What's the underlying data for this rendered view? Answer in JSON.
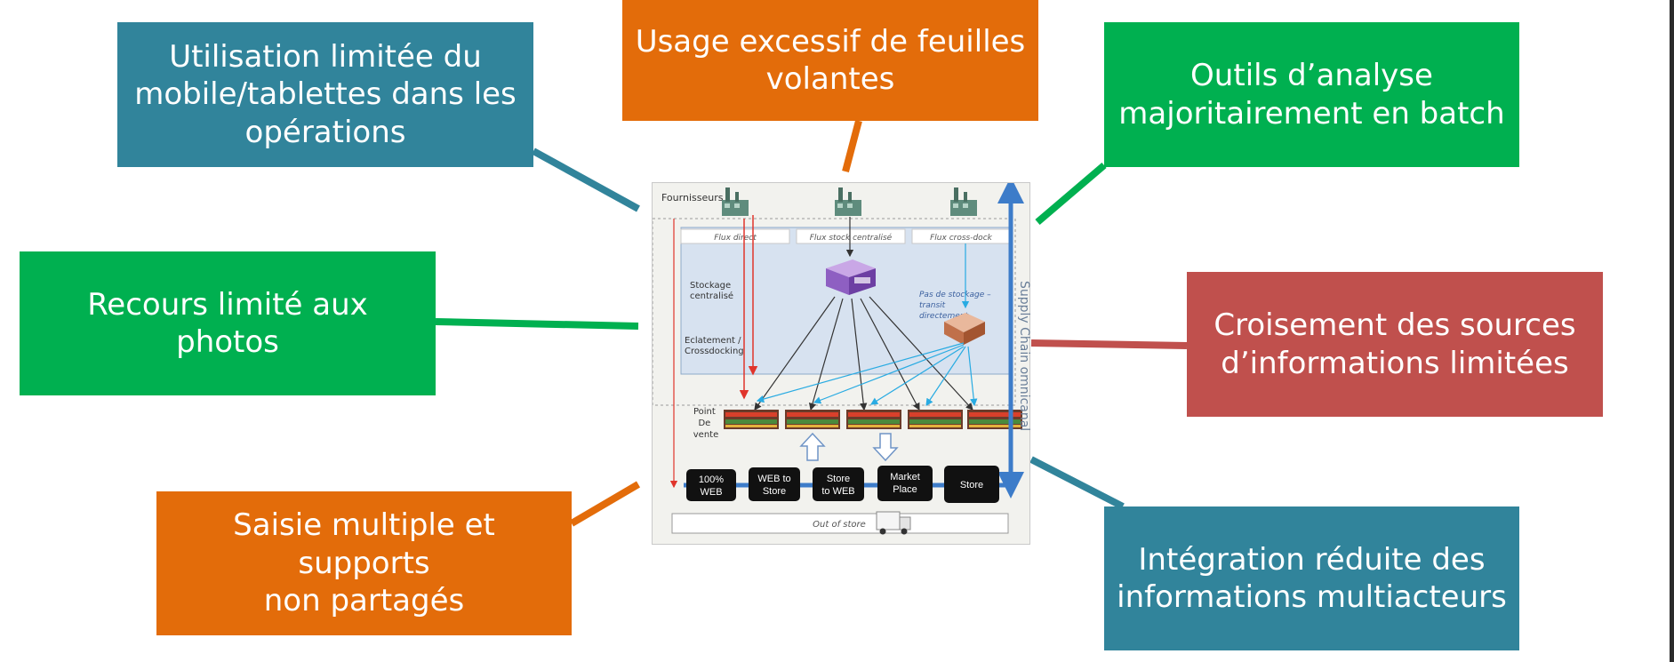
{
  "callouts": {
    "mobile": "Utilisation limitée du\nmobile/tablettes dans les\nopérations",
    "feuilles": "Usage excessif de feuilles\nvolantes",
    "batch": "Outils d’analyse\nmajoritairement en batch",
    "photos": "Recours limité aux photos",
    "croisement": "Croisement des sources\nd’informations limitées",
    "saisie": "Saisie multiple et supports\nnon partagés",
    "integration": "Intégration réduite des\ninformations multiacteurs"
  },
  "diagram": {
    "fournisseurs": "Fournisseurs",
    "flux_direct": "Flux direct",
    "flux_stock": "Flux stock centralisé",
    "flux_cross": "Flux cross-dock",
    "stockage_1": "Stockage",
    "stockage_2": "centralisé",
    "eclatement_1": "Eclatement /",
    "eclatement_2": "Crossdocking",
    "pas_stockage_1": "Pas de stockage –",
    "pas_stockage_2": "transit",
    "pas_stockage_3": "directement",
    "point_1": "Point",
    "point_2": "De",
    "point_3": "vente",
    "vertical_label": "Supply Chain omnicanal",
    "channels": [
      {
        "line1": "100%",
        "line2": "WEB"
      },
      {
        "line1": "WEB to",
        "line2": "Store"
      },
      {
        "line1": "Store",
        "line2": "to WEB"
      },
      {
        "line1": "Market",
        "line2": "Place"
      },
      {
        "line1": "Store",
        "line2": ""
      }
    ],
    "out_of_store": "Out of store"
  },
  "colors": {
    "teal": "#31849b",
    "orange": "#e36c0a",
    "green": "#00b050",
    "red": "#c0504d",
    "flow_blue": "#3d7cc9",
    "cyan_arrow": "#29abe2",
    "red_arrow": "#e0342b"
  },
  "icons": {
    "factory": "factory-icon",
    "warehouse": "warehouse-icon",
    "crossdock": "crossdock-hub-icon",
    "store": "store-photo-icon",
    "truck": "truck-icon"
  }
}
